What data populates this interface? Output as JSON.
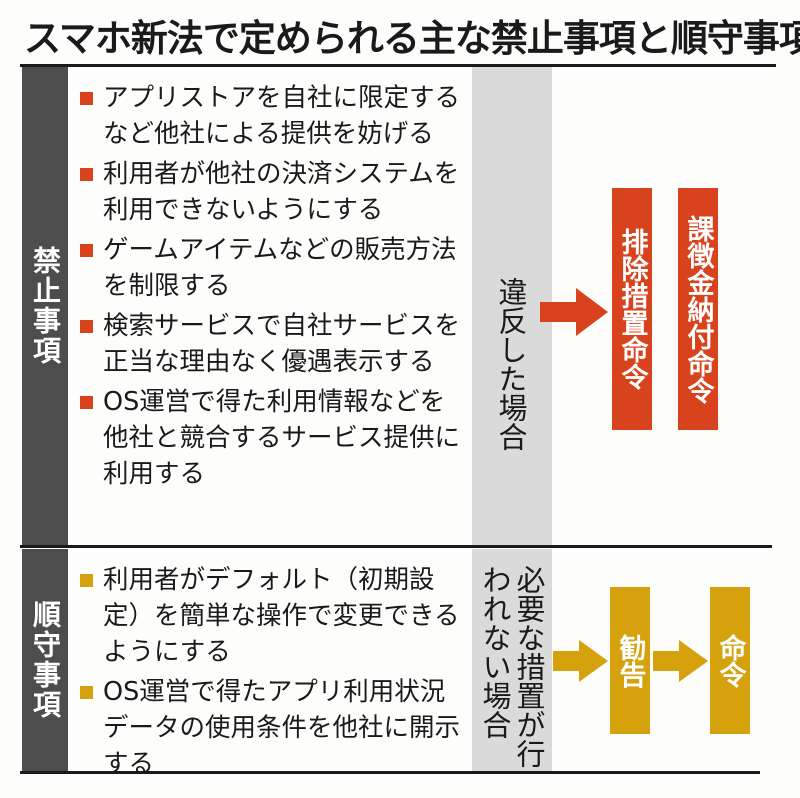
{
  "title": "スマホ新法で定められる主な禁止事項と順守事項",
  "prohibited": {
    "label": "禁止事項",
    "items": [
      "アプリストアを自社に限定するなど他社による提供を妨げる",
      "利用者が他社の決済システムを利用できないようにする",
      "ゲームアイテムなどの販売方法を制限する",
      "検索サービスで自社サービスを正当な理由なく優遇表示する",
      "OS運営で得た利用情報などを他社と競合するサービス提供に利用する"
    ],
    "condition": "違反した場合",
    "outcomes": [
      "排除措置命令",
      "課徴金納付命令"
    ]
  },
  "compliance": {
    "label": "順守事項",
    "items": [
      "利用者がデフォルト（初期設定）を簡単な操作で変更できるようにする",
      "OS運営で得たアプリ利用状況データの使用条件を他社に開示する"
    ],
    "condition": "必要な措置が行われない場合",
    "outcomes": [
      "勧告",
      "命令"
    ]
  },
  "colors": {
    "red": "#d8431e",
    "yellow": "#d5a20d",
    "dark": "#4d4d4d",
    "gray": "#dadada"
  }
}
